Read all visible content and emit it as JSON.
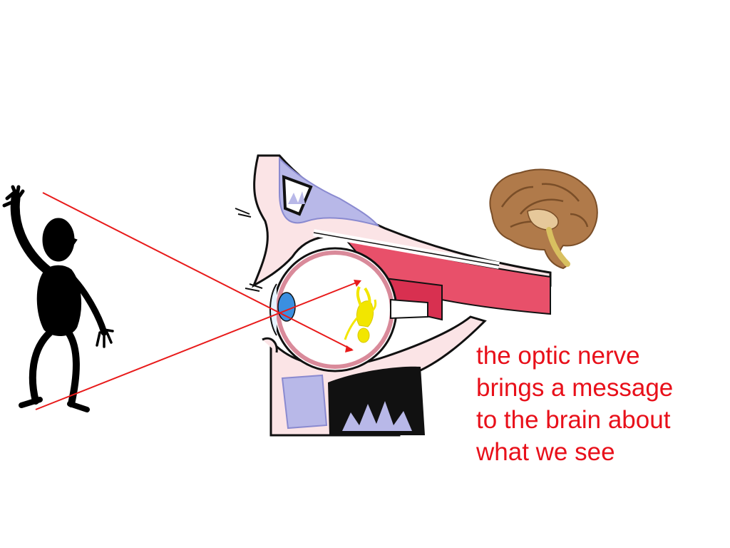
{
  "caption": {
    "lines": [
      "the optic nerve",
      "brings a message",
      "to the brain about",
      "what we see"
    ]
  },
  "colors": {
    "caption_text": "#e8101a",
    "light_ray": "#e81a1a",
    "figure": "#000000",
    "retina_image": "#f2e600",
    "iris": "#3b8fe0",
    "muscle": "#e8506a",
    "tissue": "#d98a9a",
    "bone": "#b8b8e8",
    "brain": "#b07a4a"
  },
  "icons": {
    "person": "waving-stick-figure-icon",
    "eye": "eye-cross-section-icon",
    "brain": "brain-icon"
  }
}
